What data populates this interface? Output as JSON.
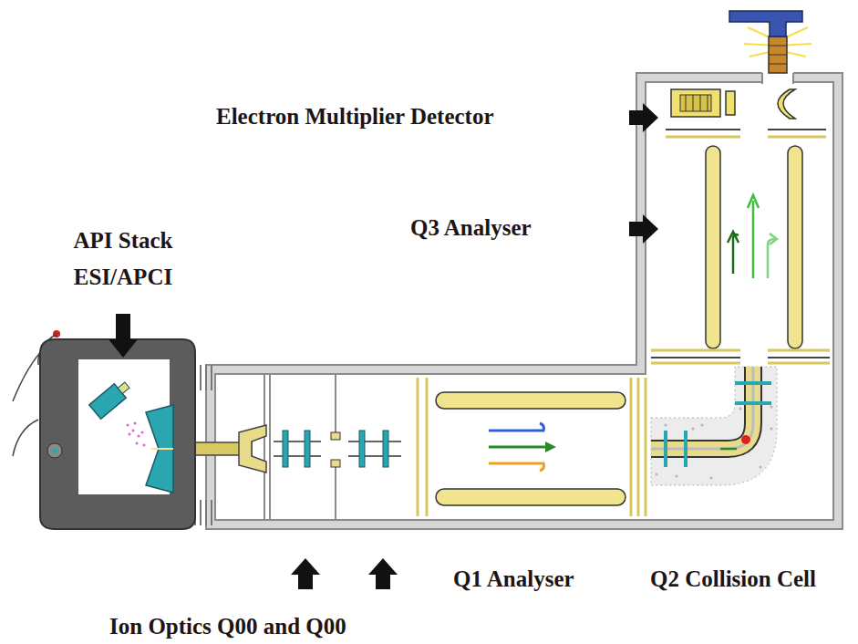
{
  "diagram": {
    "labels": [
      "Electron Multiplier Detector",
      "API Stack ESI/APCI",
      "Q3 Analyser",
      "Q1 Analyser",
      "Q2 Collision Cell",
      "Ion Optics Q00 and Q00"
    ]
  }
}
